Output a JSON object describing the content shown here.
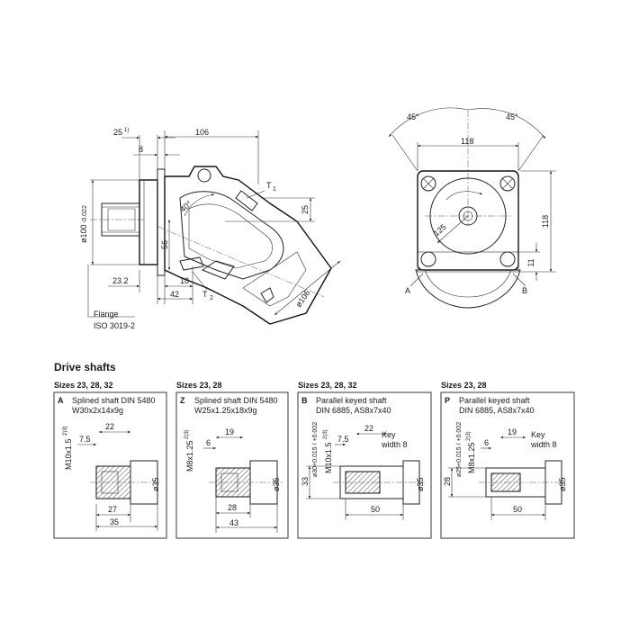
{
  "main_view": {
    "dims": {
      "d25": "25",
      "d25_sup": "1)",
      "d106": "106",
      "d8": "8",
      "t1": "T",
      "t1_sub": "1",
      "angle": "40°",
      "d25b": "25",
      "d56": "56",
      "d232": "23.2",
      "d18": "18",
      "d42": "42",
      "t2": "T",
      "t2_sub": "2",
      "d100": "ø100",
      "d100_tol": "-0.022",
      "d106r": "ø106"
    },
    "flange_label": "Flange",
    "iso_label": "ISO 3019-2"
  },
  "end_view": {
    "angle_left": "45°",
    "angle_right": "45°",
    "d118h": "118",
    "d118v": "118",
    "d125": "125",
    "d11": "11",
    "port_a": "A",
    "port_b": "B"
  },
  "drive_shafts": {
    "title": "Drive shafts",
    "panels": [
      {
        "sizes": "Sizes 23, 28, 32",
        "letter": "A",
        "desc1": "Splined shaft DIN 5480",
        "desc2": "W30x2x14x9g",
        "thread": "M10x1.5",
        "thread_sup": "2)3)",
        "d22": "22",
        "d75": "7.5",
        "d27": "27",
        "d35": "35",
        "dia": "ø35"
      },
      {
        "sizes": "Sizes 23, 28",
        "letter": "Z",
        "desc1": "Splined shaft DIN 5480",
        "desc2": "W25x1.25x18x9g",
        "thread": "M8x1.25",
        "thread_sup": "2)3)",
        "d19": "19",
        "d6": "6",
        "d28": "28",
        "d43": "43",
        "dia": "ø35"
      },
      {
        "sizes": "Sizes 23, 28, 32",
        "letter": "B",
        "desc1": "Parallel keyed shaft",
        "desc2": "DIN 6885, AS8x7x40",
        "thread": "M10x1.5",
        "thread_sup": "2)3)",
        "tol": "ø30+0.015 / +0.002",
        "d22": "22",
        "d75": "7.5",
        "key1": "Key",
        "key2": "width 8",
        "d33": "33",
        "d50": "50",
        "dia": "ø35"
      },
      {
        "sizes": "Sizes 23, 28",
        "letter": "P",
        "desc1": "Parallel keyed shaft",
        "desc2": "DIN 6885, AS8x7x40",
        "thread": "M8x1.25",
        "thread_sup": "2)3)",
        "tol": "ø25+0.015 / +0.002",
        "d19": "19",
        "d6": "6",
        "key1": "Key",
        "key2": "width 8",
        "d28": "28",
        "d50": "50",
        "dia": "ø35"
      }
    ]
  }
}
